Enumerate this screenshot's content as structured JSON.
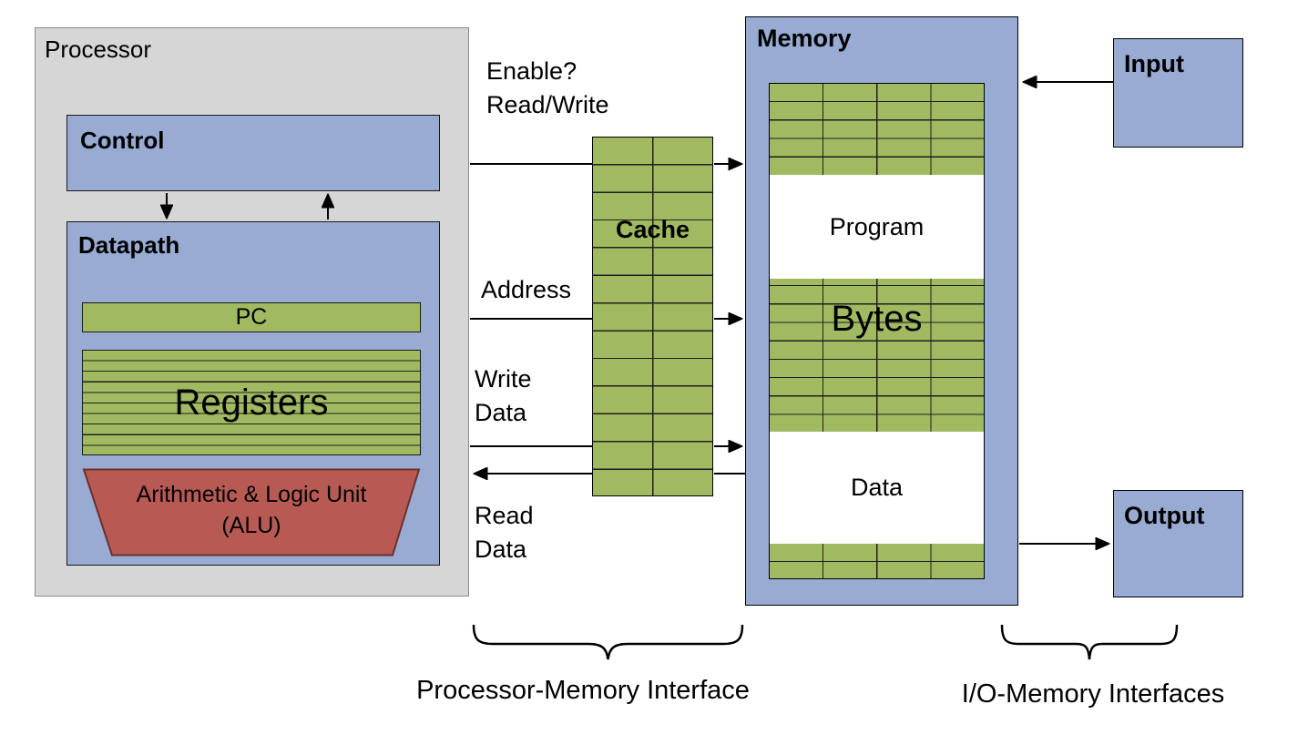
{
  "colors": {
    "processor_fill": "#d6d6d6",
    "processor_border": "#8c8c8c",
    "panel_blue": "#97abd3",
    "grid_green": "#a1ba61",
    "grid_line": "#1f1f1f",
    "alu_red": "#b85a54",
    "alu_border": "#6e2e2b",
    "line_black": "#000000"
  },
  "processor": {
    "label": "Processor",
    "control": {
      "label": "Control"
    },
    "datapath": {
      "label": "Datapath",
      "pc": {
        "label": "PC"
      },
      "registers": {
        "label": "Registers"
      },
      "alu": {
        "line1": "Arithmetic & Logic Unit",
        "line2": "(ALU)"
      }
    }
  },
  "cache": {
    "label": "Cache"
  },
  "memory": {
    "label": "Memory",
    "program_label": "Program",
    "bytes_label": "Bytes",
    "data_label": "Data"
  },
  "io": {
    "input_label": "Input",
    "output_label": "Output"
  },
  "bus_labels": {
    "enable": "Enable?",
    "read_write": "Read/Write",
    "address": "Address",
    "write_line1": "Write",
    "write_line2": "Data",
    "read_line1": "Read",
    "read_line2": "Data"
  },
  "captions": {
    "processor_memory": "Processor-Memory Interface",
    "io_memory": "I/O-Memory Interfaces"
  }
}
